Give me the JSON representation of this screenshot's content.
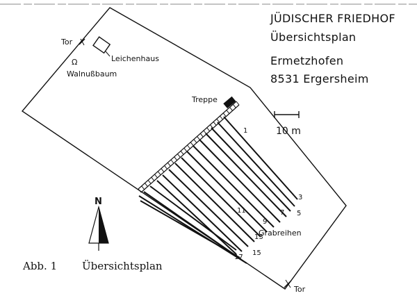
{
  "header": {
    "title": "JÜDISCHER FRIEDHOF",
    "subtitle": "Übersichtsplan",
    "place": "Ermetzhofen",
    "address": "8531 Ergersheim"
  },
  "labels": {
    "gate_top": "Tor",
    "gate_bottom": "Tor",
    "mortuary": "Leichenhaus",
    "walnut_tree": "Walnußbaum",
    "stairs": "Treppe",
    "grave_rows": "Grabreihen",
    "north": "N",
    "scale": "10 m"
  },
  "rows": [
    {
      "number": "1"
    },
    {
      "number": "3"
    },
    {
      "number": "5"
    },
    {
      "number": "7"
    },
    {
      "number": "9"
    },
    {
      "number": "11"
    },
    {
      "number": "13"
    },
    {
      "number": "15"
    },
    {
      "number": "17"
    }
  ],
  "caption": {
    "figure": "Abb. 1",
    "text": "Übersichtsplan"
  }
}
